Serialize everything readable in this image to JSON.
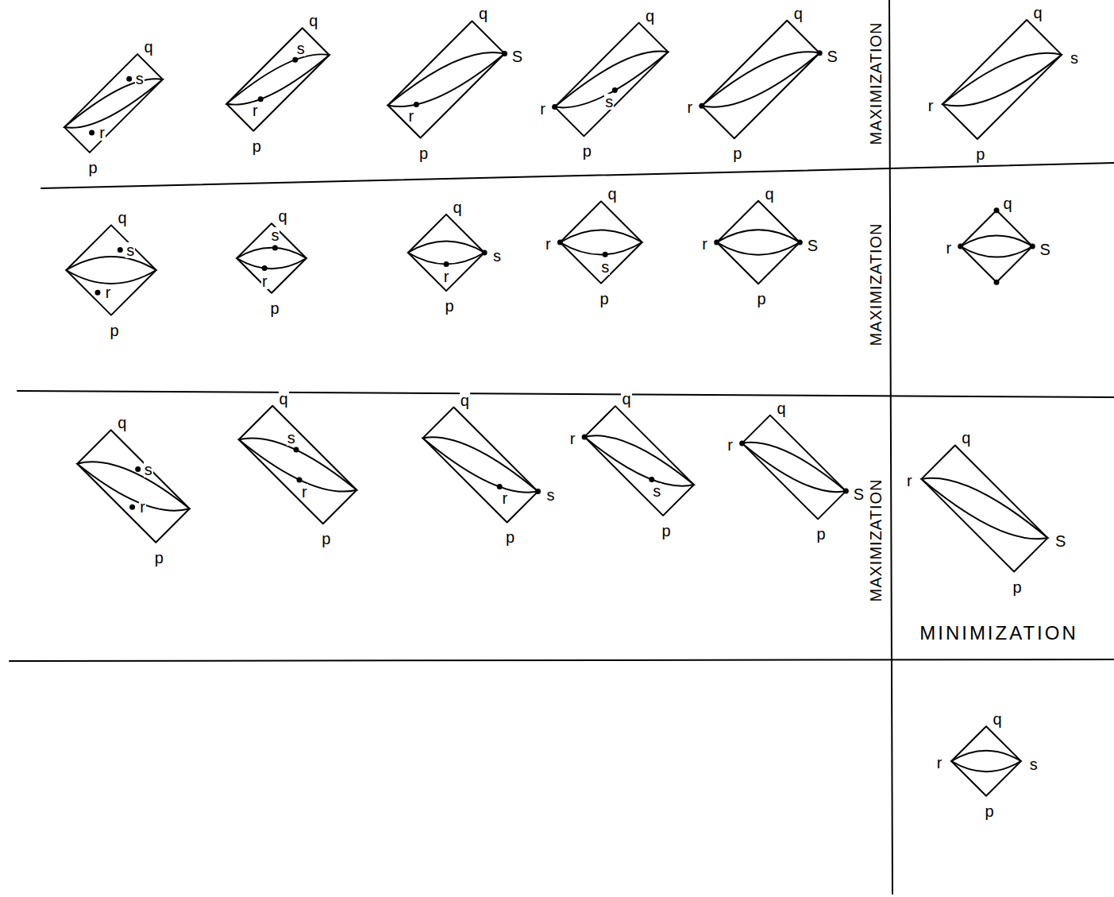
{
  "diagram": {
    "labels": [
      "q",
      "s",
      "r",
      "p",
      "q",
      "s",
      "r",
      "p",
      "q",
      "S",
      "r",
      "p",
      "q",
      "r",
      "s",
      "p",
      "q",
      "r",
      "S",
      "p",
      "MAXIMIZATION",
      "q",
      "r",
      "s",
      "p",
      "q",
      "s",
      "r",
      "p",
      "q",
      "s",
      "r",
      "p",
      "q",
      "s",
      "r",
      "p",
      "q",
      "r",
      "s",
      "p",
      "q",
      "r",
      "S",
      "p",
      "MAXIMIZATION",
      "q",
      "r",
      "S",
      "q",
      "s",
      "r",
      "p",
      "q",
      "s",
      "r",
      "p",
      "q",
      "r",
      "s",
      "p",
      "q",
      "r",
      "s",
      "p",
      "q",
      "r",
      "S",
      "p",
      "MAXIMIZATION",
      "q",
      "r",
      "S",
      "p",
      "MINIMIZATION",
      "q",
      "r",
      "s",
      "p"
    ]
  }
}
